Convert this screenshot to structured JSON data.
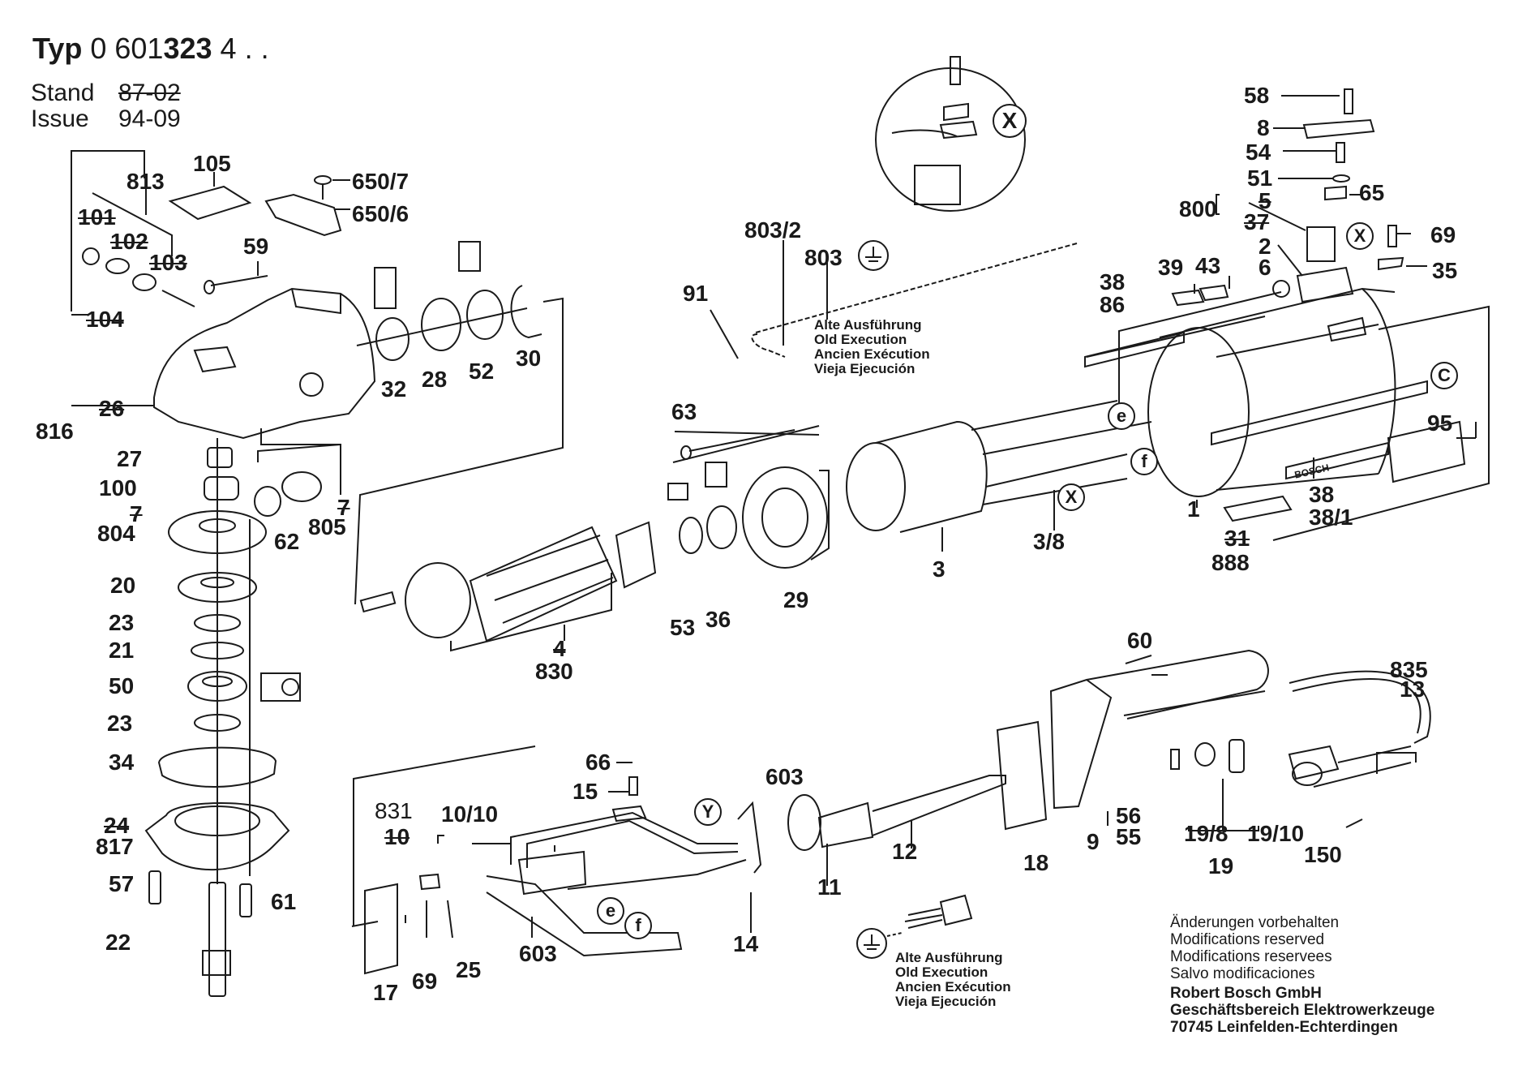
{
  "header": {
    "typ_label": "Typ",
    "typ_prefix": "0 601",
    "typ_bold": "323",
    "typ_suffix": "4 . .",
    "stand_label": "Stand",
    "stand_value_struck": "87-02",
    "issue_label": "Issue",
    "issue_value": "94-09"
  },
  "parts": {
    "p105": "105",
    "p813": "813",
    "p101": "101",
    "p102": "102",
    "p103": "103",
    "p104": "104",
    "p26": "26",
    "p816": "816",
    "p650_7": "650/7",
    "p650_6": "650/6",
    "p59": "59",
    "p27": "27",
    "p100": "100",
    "p7a": "7",
    "p804": "804",
    "p62": "62",
    "p7b": "7",
    "p805": "805",
    "p20": "20",
    "p23a": "23",
    "p21": "21",
    "p50": "50",
    "p23b": "23",
    "p34": "34",
    "p24": "24",
    "p817": "817",
    "p57": "57",
    "p61": "61",
    "p22": "22",
    "p32": "32",
    "p28": "28",
    "p52": "52",
    "p30": "30",
    "p803_2": "803/2",
    "p803": "803",
    "p91": "91",
    "p63": "63",
    "p4": "4",
    "p830": "830",
    "p53": "53",
    "p36": "36",
    "p29": "29",
    "p3": "3",
    "p3_8": "3/8",
    "p58": "58",
    "p8": "8",
    "p54": "54",
    "p51": "51",
    "p65": "65",
    "p800": "800",
    "p5": "5",
    "p37": "37",
    "p69a": "69",
    "p2": "2",
    "p35": "35",
    "p6": "6",
    "p39": "39",
    "p43": "43",
    "p38a": "38",
    "p86": "86",
    "p95": "95",
    "p1": "1",
    "p38b": "38",
    "p38_1": "38/1",
    "p31": "31",
    "p888": "888",
    "p60": "60",
    "p835": "835",
    "p13": "13",
    "p66": "66",
    "p15": "15",
    "p603a": "603",
    "p831": "831",
    "p10_10": "10/10",
    "p10": "10",
    "p12": "12",
    "p18": "18",
    "p9": "9",
    "p56": "56",
    "p55": "55",
    "p19_8": "19/8",
    "p19_10": "19/10",
    "p19": "19",
    "p150": "150",
    "p11": "11",
    "p14": "14",
    "p603b": "603",
    "p17": "17",
    "p69b": "69",
    "p25": "25"
  },
  "callouts": {
    "x_detail": "X",
    "x_brush": "X",
    "x_stator": "X",
    "c_housing": "C",
    "e_stator": "e",
    "f_stator": "f",
    "e_switch": "e",
    "f_switch": "f",
    "y_switch": "Y"
  },
  "notes": {
    "old_execution_top": [
      "Alte Ausführung",
      "Old Execution",
      "Ancien Exécution",
      "Vieja Ejecución"
    ],
    "old_execution_bottom": [
      "Alte Ausführung",
      "Old Execution",
      "Ancien Exécution",
      "Vieja Ejecución"
    ]
  },
  "footer": {
    "lines": [
      "Änderungen vorbehalten",
      "Modifications reserved",
      "Modifications reservees",
      "Salvo modificaciones"
    ],
    "company": [
      "Robert Bosch GmbH",
      "Geschäftsbereich Elektrowerkzeuge",
      "70745 Leinfelden-Echterdingen"
    ]
  },
  "housing_brand": "BOSCH"
}
